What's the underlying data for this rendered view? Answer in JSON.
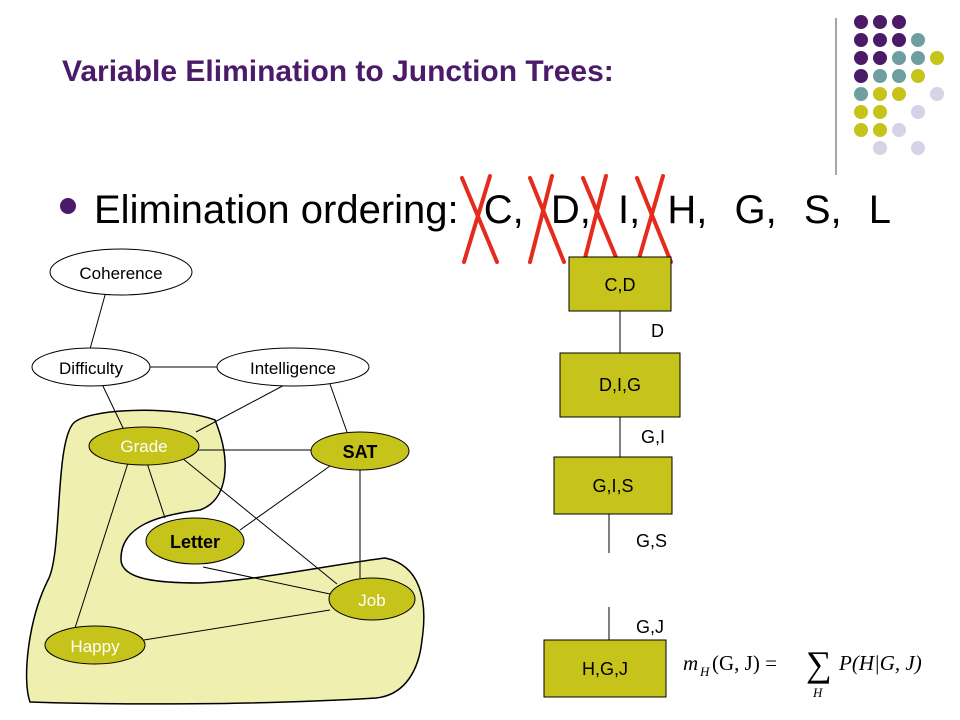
{
  "slide": {
    "title": "Variable Elimination to Junction Trees:",
    "bullet_prefix": "Elimination ordering:",
    "ordering": [
      "C,",
      "D,",
      "I,",
      "H,",
      "G,",
      "S,",
      "L"
    ],
    "crossed_out": [
      "C",
      "D",
      "I",
      "H"
    ]
  },
  "graph": {
    "nodes": {
      "coherence": "Coherence",
      "difficulty": "Difficulty",
      "intelligence": "Intelligence",
      "grade": "Grade",
      "sat": "SAT",
      "letter": "Letter",
      "job": "Job",
      "happy": "Happy"
    }
  },
  "junction_tree": {
    "cliques": [
      "C,D",
      "D,I,G",
      "G,I,S",
      "H,G,J"
    ],
    "sepsets": [
      "D",
      "G,I",
      "G,S",
      "G,J"
    ]
  },
  "formula": {
    "lhs": "m",
    "lhs_sub": "H",
    "lhs_args": "(G, J) =",
    "sum": "∑",
    "sum_sub": "H",
    "rhs": "P(H|G, J)"
  },
  "colors": {
    "title": "#4b1a68",
    "cross": "#e52b1b",
    "clique_fill": "#c6c31a",
    "highlight_fill": "#efefb0",
    "decor": [
      "#4b1a68",
      "#6f9ea0",
      "#c6c31a",
      "#d6d3e6"
    ]
  }
}
